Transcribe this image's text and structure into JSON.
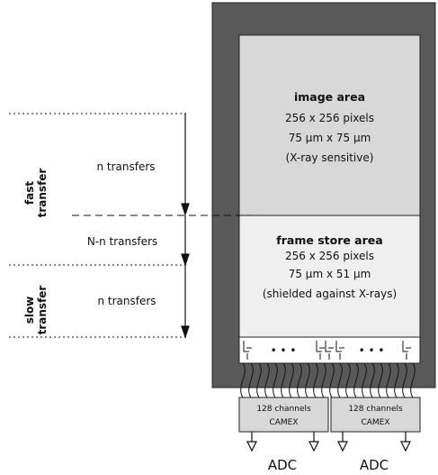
{
  "image_area": {
    "title": "image area",
    "line1": "256 x 256 pixels",
    "line2": "75 µm x 75 µm",
    "line3": "(X-ray sensitive)"
  },
  "frame_store_area": {
    "title": "frame store area",
    "line1": "256 x 256 pixels",
    "line2": "75 µm x 51 µm",
    "line3": "(shielded against X-rays)"
  },
  "transfers": {
    "fast_line1": "fast",
    "fast_line2": "transfer",
    "slow_line1": "slow",
    "slow_line2": "transfer",
    "top_label": "n transfers",
    "middle_label": "N-n transfers",
    "bottom_label": "n transfers"
  },
  "readout": {
    "dots_left": "• • •",
    "dots_right": "• • •"
  },
  "camex": [
    {
      "line1": "128 channels",
      "line2": "CAMEX",
      "adc": "ADC"
    },
    {
      "line1": "128 channels",
      "line2": "CAMEX",
      "adc": "ADC"
    }
  ],
  "colors": {
    "frame": "#595959",
    "image_area": "#d8d8d8",
    "frame_store": "#efefef",
    "camex": "#d8d8d8"
  }
}
